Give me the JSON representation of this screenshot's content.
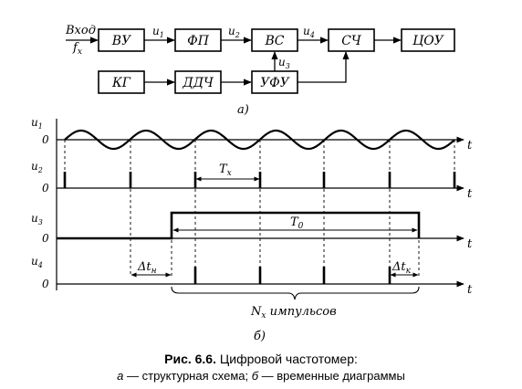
{
  "diagram": {
    "input_label": "Вход",
    "input_f": "f",
    "input_sub": "x",
    "blocks": {
      "vu": "ВУ",
      "fp": "ФП",
      "vs": "ВС",
      "sch": "СЧ",
      "tsou": "ЦОУ",
      "kg": "КГ",
      "ddch": "ДДЧ",
      "ufu": "УФУ"
    },
    "signals": {
      "u1": {
        "main": "u",
        "sub": "1"
      },
      "u2": {
        "main": "u",
        "sub": "2"
      },
      "u3": {
        "main": "u",
        "sub": "3"
      },
      "u4": {
        "main": "u",
        "sub": "4"
      }
    },
    "part_label": "а)"
  },
  "timing": {
    "channels": [
      {
        "name": "u",
        "sub": "1"
      },
      {
        "name": "u",
        "sub": "2"
      },
      {
        "name": "u",
        "sub": "3"
      },
      {
        "name": "u",
        "sub": "4"
      }
    ],
    "zero": "0",
    "axis_t": "t",
    "tx": {
      "main": "T",
      "sub": "x"
    },
    "to": {
      "main": "T",
      "sub": "0"
    },
    "dtn": {
      "main": "Δt",
      "sub": "н"
    },
    "dtk": {
      "main": "Δt",
      "sub": "к"
    },
    "nx": {
      "main": "N",
      "sub": "x",
      "rest": " импульсов"
    },
    "part_label": "б)"
  },
  "caption": {
    "number": "Рис. 6.6.",
    "title": " Цифровой частотомер:",
    "a_letter": "а",
    "a_text": " — структурная схема; ",
    "b_letter": "б",
    "b_text": " — временные диаграммы"
  }
}
